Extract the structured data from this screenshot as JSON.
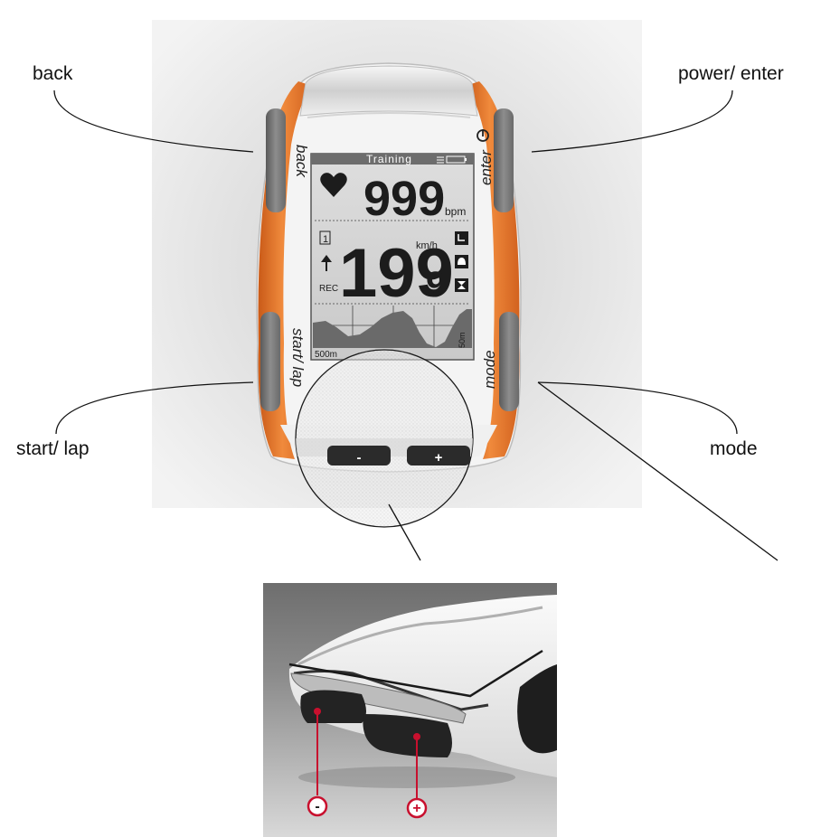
{
  "callouts": {
    "back": "back",
    "power_enter": "power/ enter",
    "start_lap": "start/ lap",
    "mode": "mode"
  },
  "device": {
    "button_labels": {
      "back": "back",
      "enter": "enter",
      "start_lap": "start/ lap",
      "mode": "mode"
    },
    "screen": {
      "title": "Training",
      "heart_rate": "999",
      "heart_rate_unit": "bpm",
      "speed_main": "199",
      "speed_decimal": "9",
      "speed_unit": "km/h",
      "lap_indicator": "1",
      "rec_label": "REC",
      "scale_x": "500m",
      "scale_y": "50m"
    },
    "buttons": {
      "minus": "-",
      "plus": "+"
    }
  },
  "detail": {
    "minus_symbol": "-",
    "plus_symbol": "+"
  },
  "colors": {
    "accent_orange": "#e8732a",
    "button_gray": "#7a7a7a",
    "callout_red": "#c8102e"
  },
  "icons": [
    "heart-icon",
    "battery-icon",
    "clock-icon",
    "bell-icon",
    "hourglass-icon",
    "arrow-up-icon",
    "power-icon"
  ]
}
